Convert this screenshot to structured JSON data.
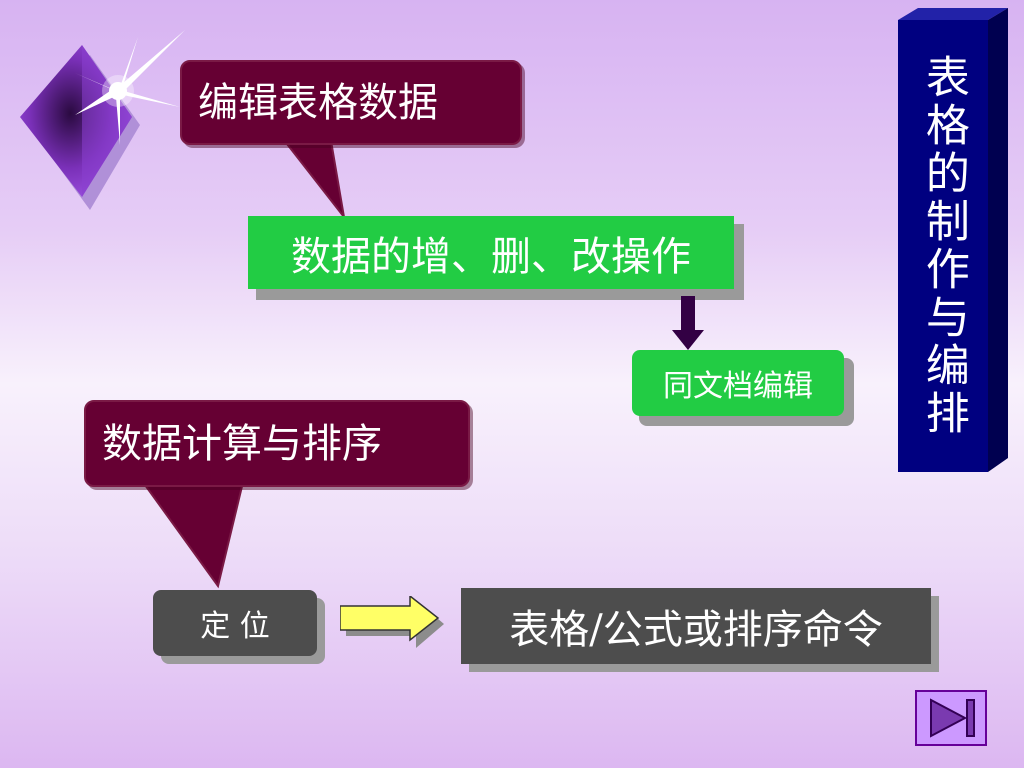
{
  "slide": {
    "vertical_title": "表格的制作与编排",
    "callout_edit": "编辑表格数据",
    "box_crud": "数据的增、删、改操作",
    "box_same_as_doc": "同文档编辑",
    "callout_calc": "数据计算与排序",
    "box_locate": "定 位",
    "box_command": "表格/公式或排序命令"
  },
  "colors": {
    "callout": "#660033",
    "green_box": "#22cc44",
    "gray_box": "#4d4d4d",
    "title_bar": "#000080",
    "arrow_yellow": "#ffff66"
  }
}
